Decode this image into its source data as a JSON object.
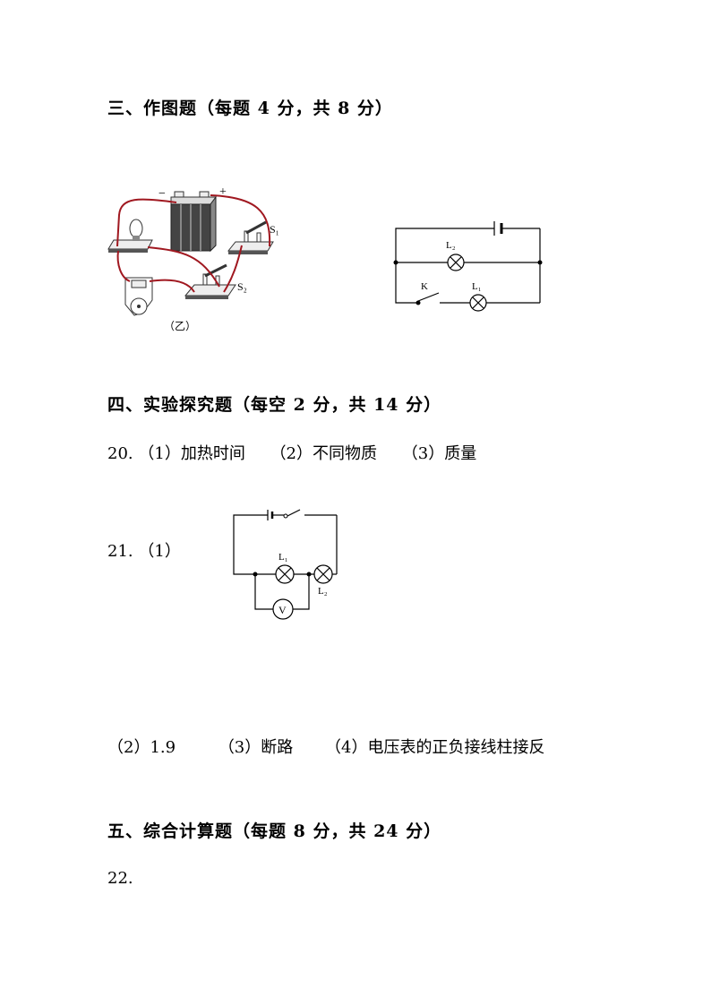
{
  "section3": {
    "heading": "三、作图题（每题 4 分，共 8 分）",
    "figure_left": {
      "caption": "（乙）",
      "labels": {
        "minus": "−",
        "plus": "+",
        "s1": "S₁",
        "s2": "S₂"
      }
    },
    "figure_right": {
      "labels": {
        "l2": "L₂",
        "k": "K",
        "l1": "L₁"
      }
    }
  },
  "section4": {
    "heading": "四、实验探究题（每空 2 分，共 14 分）",
    "q20": {
      "number": "20.",
      "answers": [
        "（1）加热时间",
        "（2）不同物质",
        "（3）质量"
      ]
    },
    "q21": {
      "number": "21.",
      "part1_label": "（1）",
      "diagram_labels": {
        "l1": "L₁",
        "l2": "L₂",
        "v": "V"
      },
      "answers": [
        "（2）1.9",
        "（3）断路",
        "（4）电压表的正负接线柱接反"
      ]
    }
  },
  "section5": {
    "heading": "五、综合计算题（每题 8 分，共 24 分）",
    "q22": {
      "number": "22."
    }
  },
  "colors": {
    "wire": "#a01820",
    "ink": "#000000"
  }
}
